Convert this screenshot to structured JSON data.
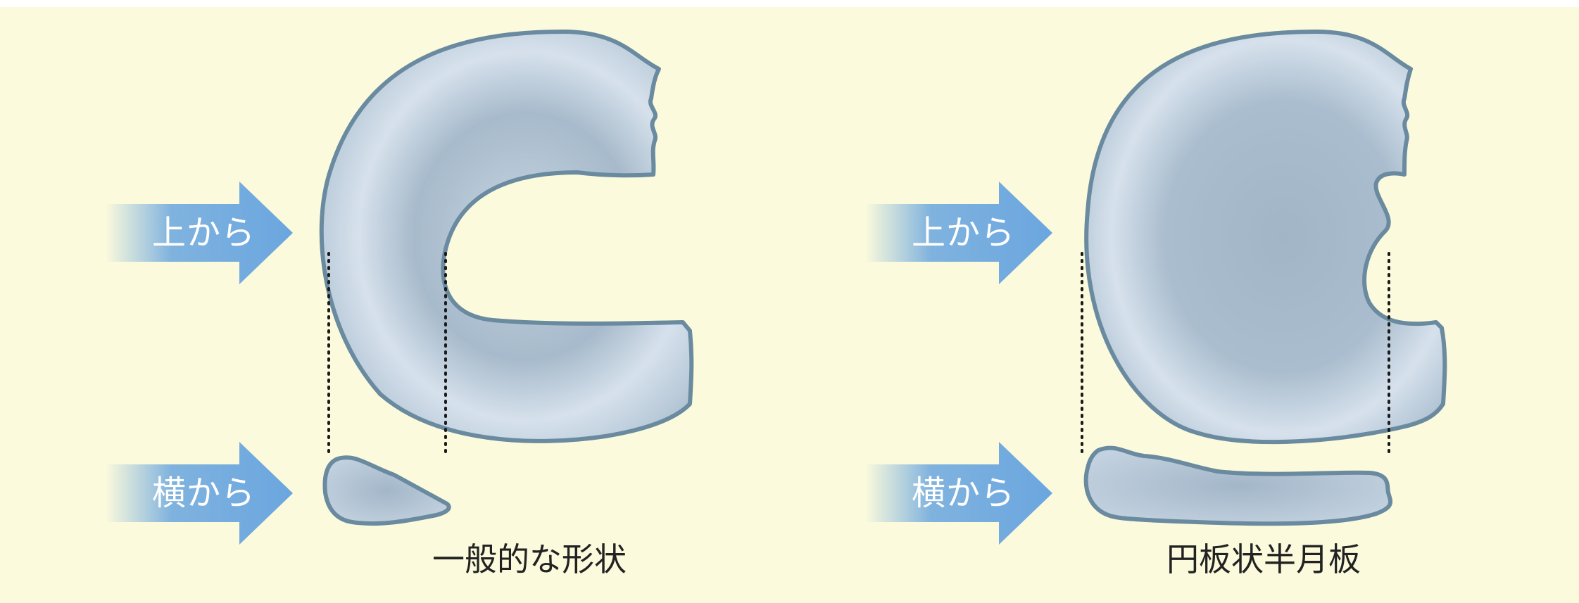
{
  "colors": {
    "background": "#fbfadc",
    "arrow": "#6aa6df",
    "meniscus_fill": "#b9c9d8",
    "meniscus_outline": "#6a8aa0",
    "guide_dots": "#1a1a1a"
  },
  "panels": [
    {
      "caption": "一般的な形状",
      "arrow_top_label": "上から",
      "arrow_side_label": "横から"
    },
    {
      "caption": "円板状半月板",
      "arrow_top_label": "上から",
      "arrow_side_label": "横から"
    }
  ]
}
